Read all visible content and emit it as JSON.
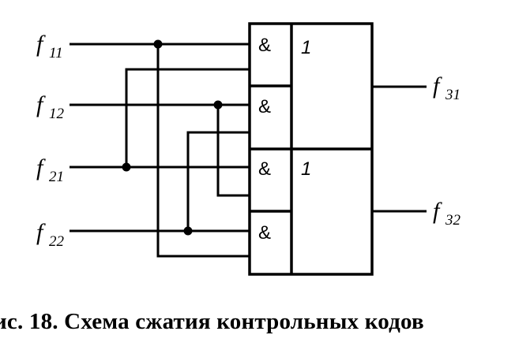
{
  "inputs": [
    {
      "letter": "f",
      "subscript": "11"
    },
    {
      "letter": "f",
      "subscript": "12"
    },
    {
      "letter": "f",
      "subscript": "21"
    },
    {
      "letter": "f",
      "subscript": "22"
    }
  ],
  "outputs": [
    {
      "letter": "f",
      "subscript": "31"
    },
    {
      "letter": "f",
      "subscript": "32"
    }
  ],
  "and_gates": [
    "&",
    "&",
    "&",
    "&"
  ],
  "or_gates": [
    "1",
    "1"
  ],
  "caption": "ис. 18. Схема сжатия контрольных кодов"
}
